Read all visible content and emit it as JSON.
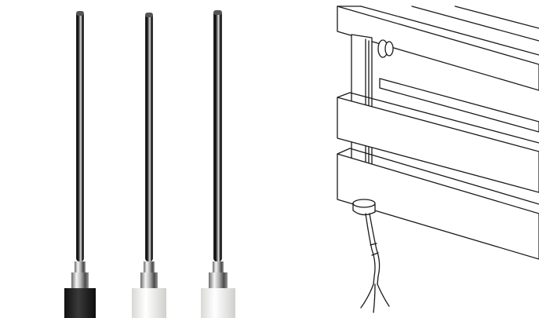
{
  "photo": {
    "elements": [
      {
        "name": "heating-element-black",
        "base_color": "#1e1e1e"
      },
      {
        "name": "heating-element-white",
        "base_color": "#f2f2f0"
      },
      {
        "name": "heating-element-white-2",
        "base_color": "#f2f2f0"
      }
    ],
    "rod_color_dark": "#0a0a0a",
    "rod_color_light": "#c8c8c8",
    "background": "#ffffff"
  },
  "drawing": {
    "line_color": "#1a1a1a",
    "fill_color": "#ffffff",
    "subject": "towel-rail-with-heating-element"
  }
}
